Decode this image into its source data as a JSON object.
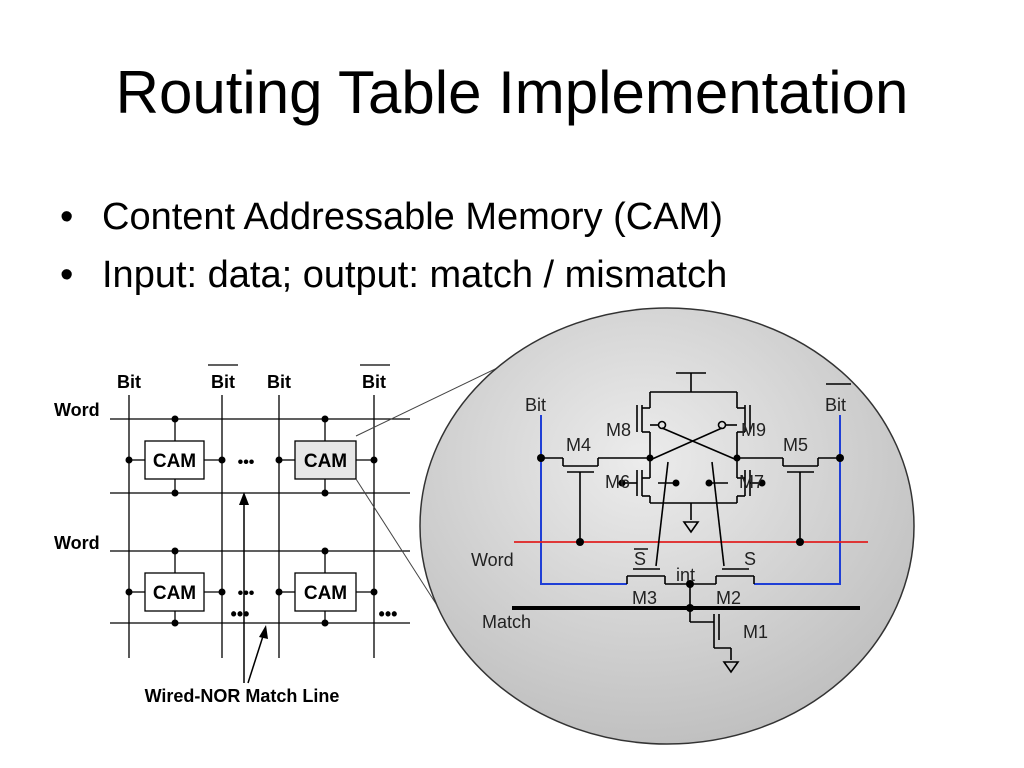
{
  "slide": {
    "title": "Routing Table Implementation",
    "bullets": [
      "Content Addressable Memory (CAM)",
      "Input: data; output: match / mismatch"
    ]
  },
  "array_diagram": {
    "bit_labels": [
      "Bit",
      "Bit",
      "Bit",
      "Bit"
    ],
    "word_labels": [
      "Word",
      "Word"
    ],
    "cell_label": "CAM",
    "ellipsis": "•••",
    "match_line_label": "Wired-NOR Match Line"
  },
  "cell_circuit": {
    "bit_label": "Bit",
    "bit_bar_label": "Bit",
    "word_label": "Word",
    "match_label": "Match",
    "transistors": [
      "M1",
      "M2",
      "M3",
      "M4",
      "M5",
      "M6",
      "M7",
      "M8",
      "M9"
    ],
    "node_int": "int",
    "node_s_bar": "S",
    "node_s": "S"
  },
  "colors": {
    "bitline": "#1f3fd6",
    "wordline": "#e02020",
    "zoom_fill": "#d4d4d4"
  }
}
